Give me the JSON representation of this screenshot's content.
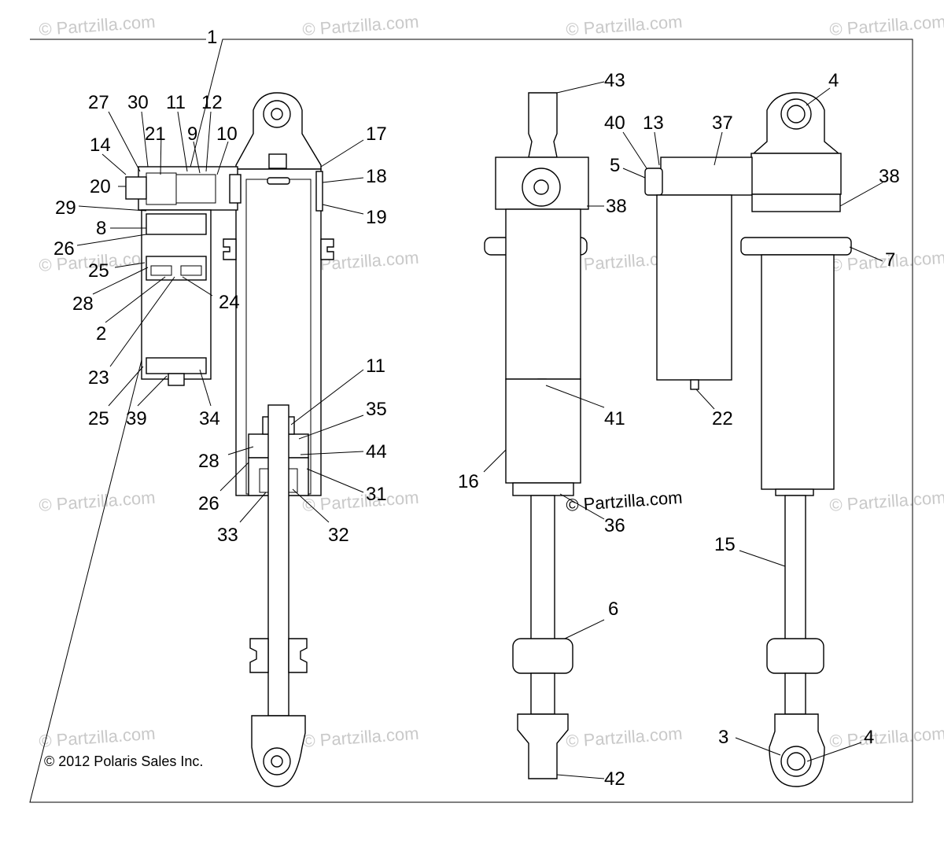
{
  "diagram": {
    "assembly_number": "1",
    "copyright": "© 2012 Polaris Sales Inc.",
    "watermark": "© Partzilla.com",
    "callout_labels": [
      "27",
      "30",
      "11",
      "12",
      "14",
      "21",
      "9",
      "10",
      "20",
      "29",
      "8",
      "26",
      "25",
      "28",
      "2",
      "24",
      "23",
      "25",
      "39",
      "34",
      "17",
      "18",
      "19",
      "11",
      "35",
      "28",
      "44",
      "26",
      "31",
      "33",
      "32",
      "43",
      "40",
      "13",
      "37",
      "4",
      "5",
      "38",
      "38",
      "7",
      "41",
      "22",
      "16",
      "36",
      "15",
      "6",
      "3",
      "4",
      "42"
    ]
  }
}
